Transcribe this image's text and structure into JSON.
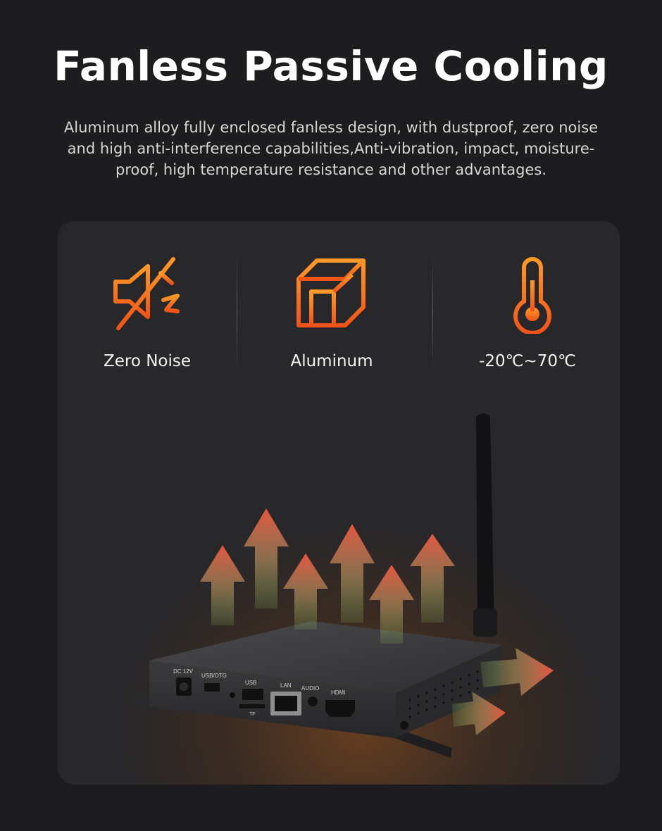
{
  "header": {
    "title": "Fanless Passive Cooling",
    "description": "Aluminum alloy fully enclosed fanless design, with dustproof, zero noise and high anti-interference capabilities,Anti-vibration, impact, moisture-proof, high temperature resistance and other advantages."
  },
  "features": [
    {
      "icon": "muted-speaker-icon",
      "label": "Zero Noise"
    },
    {
      "icon": "aluminum-profile-icon",
      "label": "Aluminum"
    },
    {
      "icon": "thermometer-icon",
      "label": "-20℃~70℃"
    }
  ],
  "device": {
    "ports": {
      "dc": "DC 12V",
      "usb_otg": "USB/OTG",
      "usb": "USB",
      "tf": "TF",
      "lan": "LAN",
      "audio": "AUDIO",
      "hdmi": "HDMI"
    }
  },
  "colors": {
    "accent": "#f26a1b",
    "background": "#1d1d1f",
    "card": "#28272a"
  }
}
